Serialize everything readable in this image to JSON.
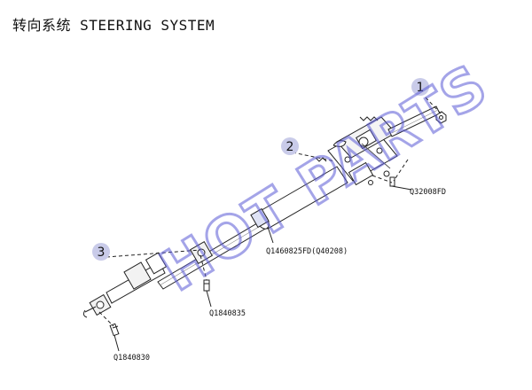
{
  "title": {
    "cn": "转向系统",
    "en": "STEERING SYSTEM"
  },
  "callouts": [
    {
      "number": "1"
    },
    {
      "number": "2"
    },
    {
      "number": "3"
    }
  ],
  "part_numbers": [
    {
      "label": "Q32008FD"
    },
    {
      "label": "Q1460825FD(Q40208)"
    },
    {
      "label": "Q1840835"
    },
    {
      "label": "Q1840830"
    }
  ],
  "watermark": "HOT PARTS",
  "colors": {
    "callout_fill": "#c9cbe9",
    "watermark": "#5b5bd6",
    "line": "#222222"
  }
}
